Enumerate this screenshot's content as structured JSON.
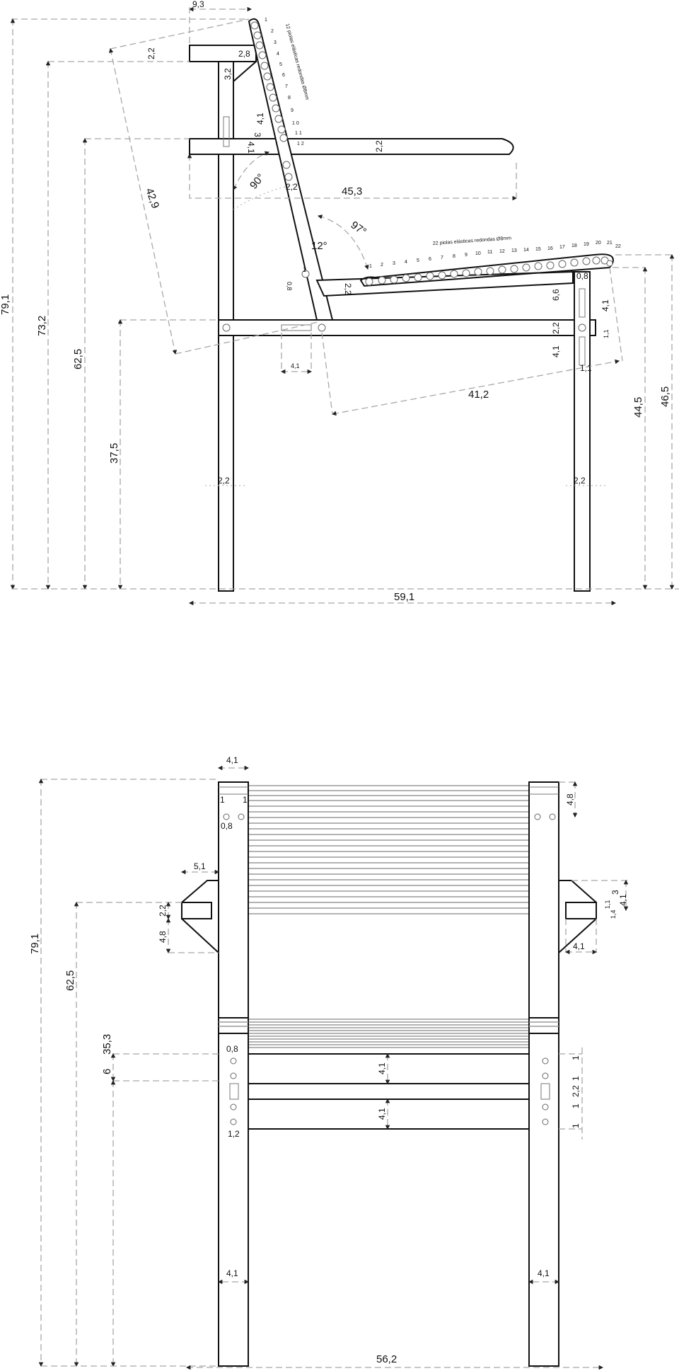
{
  "diagram": {
    "type": "technical-drawing",
    "subject": "chair with elastic straps (side and front elevation)",
    "colors": {
      "line": "#111111",
      "dimension": "#a8a8a8",
      "slat": "#9a9a9a",
      "background": "#ffffff"
    }
  },
  "side_view": {
    "overall_height": "79,1",
    "back_top_height": "73,2",
    "armrest_height": "62,5",
    "rail_height": "37,5",
    "seat_front_height": "44,5",
    "seat_back_height": "46,5",
    "overall_depth": "59,1",
    "top_offset": "9,3",
    "top_rail_thickness": "2,2",
    "back_brace_width": "2,8",
    "back_brace_height": "3,2",
    "backrest_length": "42,9",
    "armrest_length": "45,3",
    "armrest_thickness": "2,2",
    "back_member_width": "2,2",
    "peg_height_3": "3",
    "peg_height_4_1": "4,1",
    "peg_below_4_1": "4,1",
    "back_angle": "90°",
    "seat_angle": "97°",
    "recline_angle": "12°",
    "pivot_offset": "1",
    "pivot_hole": "0,8",
    "seat_thickness": "2,2",
    "seat_length": "41,2",
    "slot_width": "4,1",
    "front_leg_hole": "0,8",
    "front_slot_height": "6,6",
    "front_rail_height": "2,2",
    "front_lower_slot": "4,1",
    "front_upper_slot": "4,1",
    "front_hole_gap": "1,1",
    "front_leg_offset": "1,1",
    "rear_leg_width": "2,2",
    "front_leg_width": "2,2",
    "back_straps_note": "12 piolas elásticas redondas Ø8mm",
    "seat_straps_note": "22 piolas elásticas redondas Ø8mm",
    "back_strap_numbers": [
      "1",
      "2",
      "3",
      "4",
      "5",
      "6",
      "7",
      "8",
      "9",
      "1\n0",
      "1\n1",
      "1\n2"
    ],
    "seat_strap_numbers": [
      "1",
      "2",
      "3",
      "4",
      "5",
      "6",
      "7",
      "8",
      "9",
      "10",
      "11",
      "12",
      "13",
      "14",
      "15",
      "16",
      "17",
      "18",
      "19",
      "20",
      "21",
      "22"
    ]
  },
  "front_view": {
    "overall_height": "79,1",
    "armrest_height": "62,5",
    "rail_zone": "6",
    "lower_height": "35,3",
    "overall_width": "56,2",
    "post_width_top": "4,1",
    "hole_offset_left": "1",
    "hole_offset_right": "1",
    "hole_diameter": "0,8",
    "arm_projection": "5,1",
    "arm_thickness": "2,2",
    "arm_brace": "4,8",
    "top_hole_drop": "4,8",
    "right_arm_3": "3",
    "right_arm_4_1": "4,1",
    "right_arm_1_1": "1,1",
    "right_arm_1_4": "1,4",
    "right_arm_width": "4,1",
    "rail_hole": "0,8",
    "rail_gap_upper": "4,1",
    "rail_gap_lower": "4,1",
    "rail_slot": "1,2",
    "right_holes": [
      "1",
      "1",
      "2,2",
      "1",
      "1"
    ],
    "leg_width_left": "4,1",
    "leg_width_right": "4,1"
  }
}
